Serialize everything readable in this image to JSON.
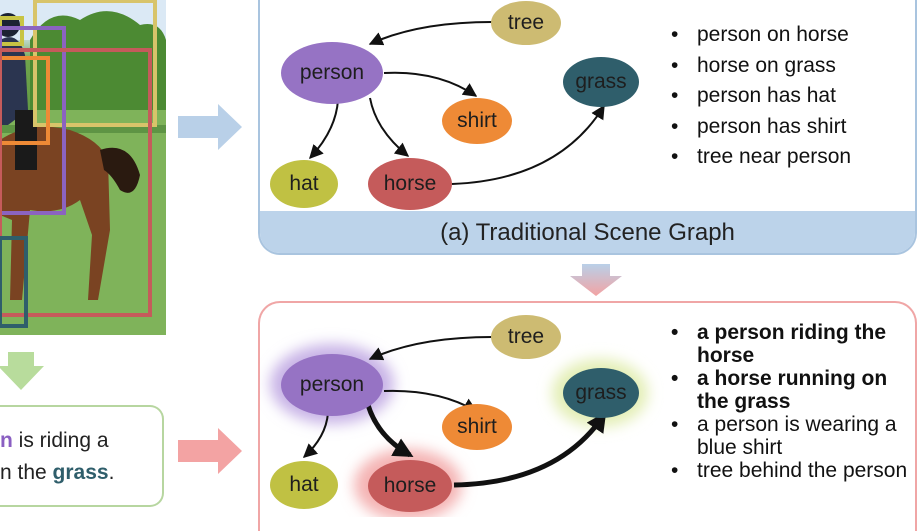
{
  "photo": {
    "description_icon": "horse-rider-photo",
    "box_colors": [
      "#d8c46a",
      "#8b63c0",
      "#ee8a36",
      "#c8c444",
      "#c55b5b",
      "#2f5e6b"
    ]
  },
  "panel_a": {
    "caption": "(a) Traditional Scene Graph",
    "nodes": {
      "tree": "tree",
      "person": "person",
      "shirt": "shirt",
      "grass": "grass",
      "hat": "hat",
      "horse": "horse"
    },
    "relations": [
      "person on horse",
      "horse on grass",
      "person has hat",
      "person has shirt",
      "tree near person"
    ]
  },
  "panel_b": {
    "nodes": {
      "tree": "tree",
      "person": "person",
      "shirt": "shirt",
      "grass": "grass",
      "hat": "hat",
      "horse": "horse"
    },
    "relations": [
      {
        "text": "a person riding the horse",
        "bold": true
      },
      {
        "text": "a horse running on the grass",
        "bold": true
      },
      {
        "text": "a person is wearing a blue shirt",
        "bold": false
      },
      {
        "text": "tree behind the person",
        "bold": false
      }
    ]
  },
  "sentence": {
    "line1_highlight": "n",
    "line1_rest": " is riding a",
    "line2_start": "n the ",
    "line2_highlight": "grass",
    "line2_end": "."
  },
  "colors": {
    "arrow_blue": "#b9d0e8",
    "arrow_pink": "#f3a3a3",
    "arrow_green": "#b8dc9c",
    "panel_a_border": "#a9c4df",
    "panel_b_border": "#f0a6a6"
  }
}
